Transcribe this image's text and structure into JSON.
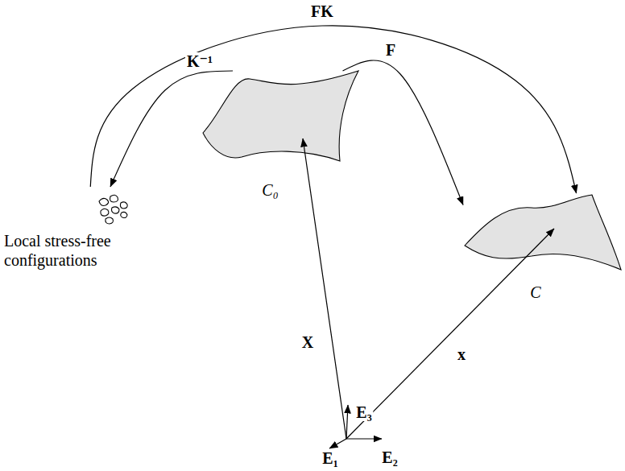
{
  "diagram": {
    "nodes": [
      {
        "text": [
          "Local stress-free configurations"
        ]
      },
      {
        "text": [
          "C₀"
        ]
      },
      {
        "text": [
          "C"
        ]
      }
    ],
    "edges": [
      {
        "from": 1,
        "to": 0,
        "label": "K⁻¹",
        "arrow": "to"
      },
      {
        "from": 1,
        "to": 2,
        "label": "F",
        "arrow": "to"
      },
      {
        "from": 0,
        "to": 2,
        "label": "FK",
        "arrow": "to"
      }
    ],
    "labels": [
      "X",
      "x",
      "E₃",
      "E₂",
      "E₁"
    ]
  }
}
